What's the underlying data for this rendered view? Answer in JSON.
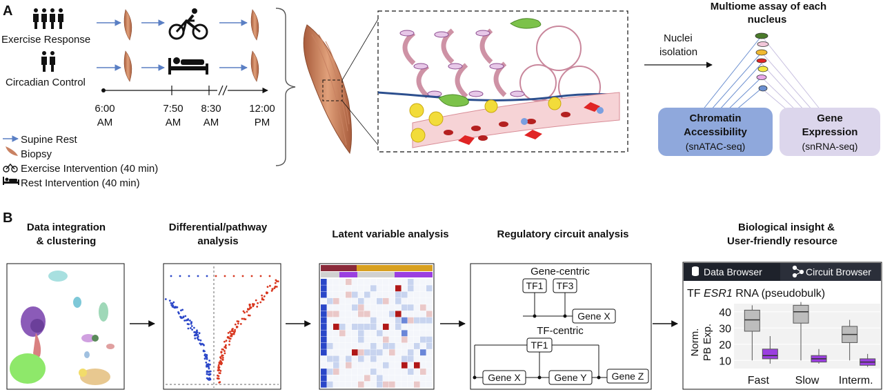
{
  "panel_a": {
    "label": "A",
    "groups": [
      "Exercise Response",
      "Circadian Control"
    ],
    "timeline": [
      {
        "time": "6:00",
        "ampm": "AM"
      },
      {
        "time": "7:50",
        "ampm": "AM"
      },
      {
        "time": "8:30",
        "ampm": "AM"
      },
      {
        "time": "12:00",
        "ampm": "PM"
      }
    ],
    "legend": [
      {
        "icon": "arrow",
        "label": "Supine Rest"
      },
      {
        "icon": "biopsy",
        "label": "Biopsy"
      },
      {
        "icon": "bike",
        "label": "Exercise Intervention (40 min)"
      },
      {
        "icon": "bed",
        "label": "Rest Intervention (40 min)"
      }
    ],
    "multiome_title_1": "Multiome assay of each",
    "multiome_title_2": "nucleus",
    "nuclei_1": "Nuclei",
    "nuclei_2": "isolation",
    "chromatin": {
      "l1": "Chromatin",
      "l2": "Accessibility",
      "l3": "(snATAC-seq)",
      "color": "#8fa8dc"
    },
    "gene_expr": {
      "l1": "Gene",
      "l2": "Expression",
      "l3": "(snRNA-seq)",
      "color": "#dcd6ec"
    }
  },
  "panel_b": {
    "label": "B",
    "steps": [
      {
        "l1": "Data integration",
        "l2": "& clustering"
      },
      {
        "l1": "Differential/pathway",
        "l2": "analysis"
      },
      {
        "l1": "Latent variable analysis",
        "l2": ""
      },
      {
        "l1": "Regulatory circuit analysis",
        "l2": ""
      },
      {
        "l1": "Biological insight &",
        "l2": "User-friendly resource"
      }
    ],
    "circuit": {
      "gene_centric": "Gene-centric",
      "tf_centric": "TF-centric",
      "tf1": "TF1",
      "tf3": "TF3",
      "gene_x": "Gene X",
      "gene_y": "Gene Y",
      "gene_z": "Gene Z"
    },
    "browser": {
      "tab_data": "Data Browser",
      "tab_circuit": "Circuit Browser",
      "title_pre": "TF ",
      "title_gene": "ESR1",
      "title_post": " RNA (pseudobulk)",
      "ylabel_1": "Norm.",
      "ylabel_2": "PB  Exp.",
      "dark_color": "#2b2f3a",
      "box_color_gray": "#bdbdbd",
      "box_color_purple": "#9b3fe0"
    }
  },
  "chart_data": {
    "type": "box",
    "categories": [
      "Fast",
      "Slow",
      "Interm."
    ],
    "yticks": [
      10,
      20,
      30,
      40
    ],
    "ylim": [
      5,
      45
    ],
    "series": [
      {
        "color": "#bdbdbd",
        "boxes": [
          {
            "min": 10,
            "q1": 28,
            "median": 35,
            "q3": 41,
            "max": 44
          },
          {
            "min": 10,
            "q1": 33,
            "median": 40,
            "q3": 44,
            "max": 46
          },
          {
            "min": 10,
            "q1": 21,
            "median": 26,
            "q3": 31,
            "max": 35
          }
        ]
      },
      {
        "color": "#9b3fe0",
        "boxes": [
          {
            "min": 8,
            "q1": 11,
            "median": 13,
            "q3": 17,
            "max": 25
          },
          {
            "min": 8,
            "q1": 9,
            "median": 11,
            "q3": 13,
            "max": 17
          },
          {
            "min": 6,
            "q1": 7,
            "median": 9,
            "q3": 11,
            "max": 14
          }
        ]
      }
    ]
  }
}
